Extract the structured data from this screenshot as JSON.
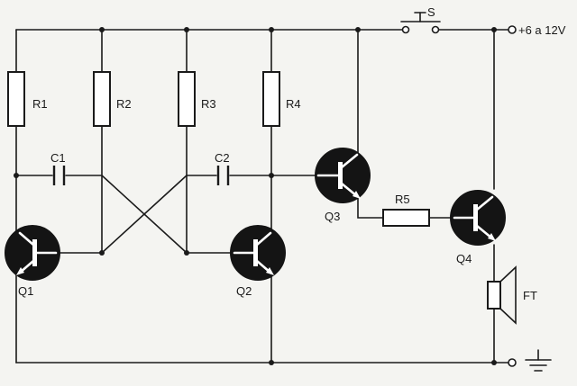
{
  "labels": {
    "r1": "R1",
    "r2": "R2",
    "r3": "R3",
    "r4": "R4",
    "r5": "R5",
    "c1": "C1",
    "c2": "C2",
    "q1": "Q1",
    "q2": "Q2",
    "q3": "Q3",
    "q4": "Q4",
    "switch": "S",
    "speaker": "FT",
    "supply": "+6 a 12V"
  },
  "icons": {
    "transistor": "npn-transistor-icon",
    "resistor": "resistor-icon",
    "capacitor": "capacitor-icon",
    "speaker": "speaker-icon",
    "ground": "ground-icon",
    "switch": "pushbutton-switch-icon"
  },
  "colors": {
    "ink": "#1a1a1a",
    "paper": "#f4f4f1"
  }
}
